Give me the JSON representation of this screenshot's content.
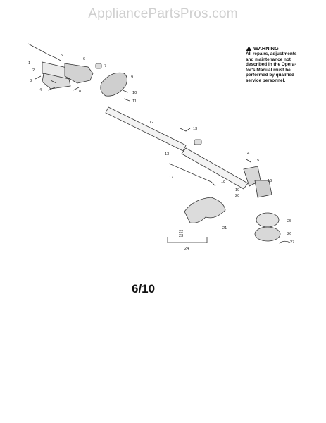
{
  "watermark": "AppliancePartsPros.com",
  "warning": {
    "title": "WARNING",
    "lines": [
      "All repairs, adjustments",
      "and maintenance not",
      "described in the Opera-",
      "tor's Manual must be",
      "performed by qualified",
      "service personnel."
    ]
  },
  "page_number": "6/10",
  "callouts": [
    "1",
    "2",
    "3",
    "4",
    "5",
    "6",
    "7",
    "8",
    "9",
    "10",
    "11",
    "12",
    "13",
    "13",
    "14",
    "15",
    "16",
    "17",
    "18",
    "19",
    "20",
    "21",
    "22",
    "23",
    "24",
    "25",
    "26",
    "27"
  ]
}
